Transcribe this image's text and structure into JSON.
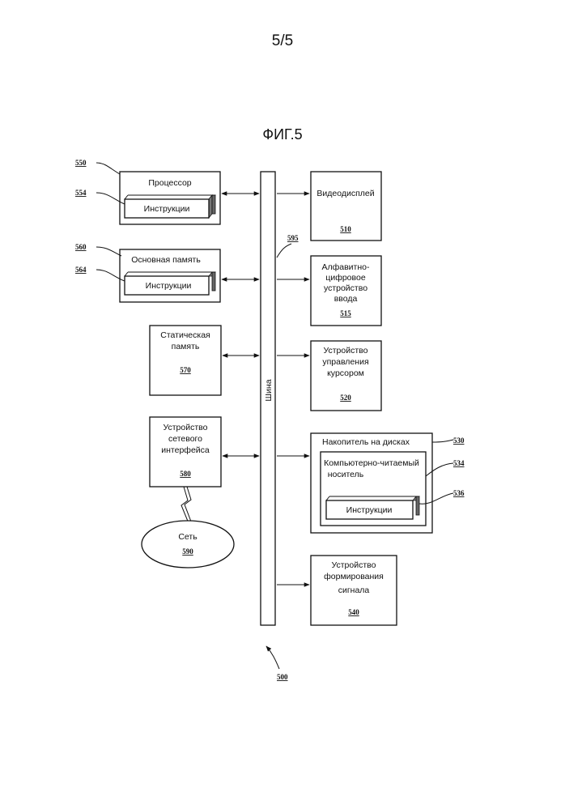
{
  "page_number": "5/5",
  "figure_title": "ФИГ.5",
  "bus": {
    "label": "Шина",
    "ref": "595"
  },
  "system_ref": "500",
  "blocks": {
    "processor": {
      "label": "Процессор",
      "ref": "550",
      "inner": {
        "label": "Инструкции",
        "ref": "554"
      }
    },
    "main_memory": {
      "label": "Основная память",
      "ref": "560",
      "inner": {
        "label": "Инструкции",
        "ref": "564"
      }
    },
    "static_memory": {
      "label_lines": [
        "Статическая",
        "память"
      ],
      "ref": "570"
    },
    "network_interface": {
      "label_lines": [
        "Устройство",
        "сетевого",
        "интерфейса"
      ],
      "ref": "580"
    },
    "network": {
      "label": "Сеть",
      "ref": "590"
    },
    "video_display": {
      "label": "Видеодисплей",
      "ref": "510"
    },
    "alnum_input": {
      "label_lines": [
        "Алфавитно-",
        "цифровое",
        "устройство",
        "ввода"
      ],
      "ref": "515"
    },
    "cursor_control": {
      "label_lines": [
        "Устройство",
        "управления",
        "курсором"
      ],
      "ref": "520"
    },
    "disk_drive": {
      "label": "Накопитель на дисках",
      "ref": "530",
      "medium": {
        "label_lines": [
          "Компьютерно-читаемый",
          "носитель"
        ],
        "ref": "534"
      },
      "inner": {
        "label": "Инструкции",
        "ref": "536"
      }
    },
    "signal_gen": {
      "label_lines": [
        "Устройство",
        "формирования",
        "сигнала"
      ],
      "ref": "540"
    }
  }
}
